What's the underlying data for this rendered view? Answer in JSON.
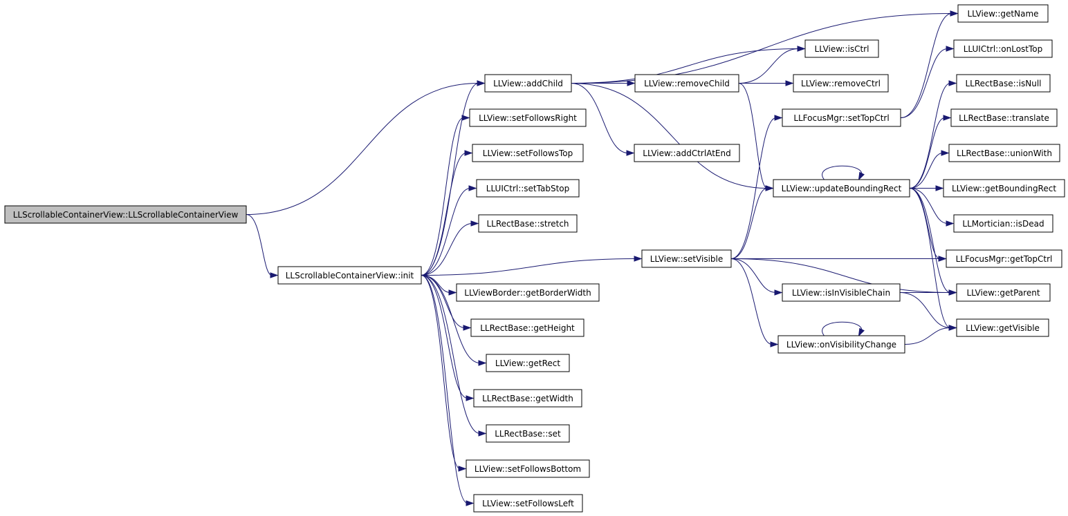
{
  "graph": {
    "colors": {
      "edge": "#191970",
      "root_fill": "#bfbfbf",
      "node_fill": "#ffffff",
      "node_stroke": "#000000"
    },
    "nodes": [
      {
        "id": "root",
        "label": "LLScrollableContainerView::LLScrollableContainerView"
      },
      {
        "id": "init",
        "label": "LLScrollableContainerView::init"
      },
      {
        "id": "addChild",
        "label": "LLView::addChild"
      },
      {
        "id": "setFollowsRight",
        "label": "LLView::setFollowsRight"
      },
      {
        "id": "setFollowsTop",
        "label": "LLView::setFollowsTop"
      },
      {
        "id": "setTabStop",
        "label": "LLUICtrl::setTabStop"
      },
      {
        "id": "stretch",
        "label": "LLRectBase::stretch"
      },
      {
        "id": "getBorderWidth",
        "label": "LLViewBorder::getBorderWidth"
      },
      {
        "id": "getHeight",
        "label": "LLRectBase::getHeight"
      },
      {
        "id": "getRect",
        "label": "LLView::getRect"
      },
      {
        "id": "getWidth",
        "label": "LLRectBase::getWidth"
      },
      {
        "id": "set",
        "label": "LLRectBase::set"
      },
      {
        "id": "setFollowsBottom",
        "label": "LLView::setFollowsBottom"
      },
      {
        "id": "setFollowsLeft",
        "label": "LLView::setFollowsLeft"
      },
      {
        "id": "removeChild",
        "label": "LLView::removeChild"
      },
      {
        "id": "addCtrlAtEnd",
        "label": "LLView::addCtrlAtEnd"
      },
      {
        "id": "setVisible",
        "label": "LLView::setVisible"
      },
      {
        "id": "isCtrl",
        "label": "LLView::isCtrl"
      },
      {
        "id": "removeCtrl",
        "label": "LLView::removeCtrl"
      },
      {
        "id": "setTopCtrl",
        "label": "LLFocusMgr::setTopCtrl"
      },
      {
        "id": "updateBoundingRect",
        "label": "LLView::updateBoundingRect"
      },
      {
        "id": "isInVisibleChain",
        "label": "LLView::isInVisibleChain"
      },
      {
        "id": "onVisibilityChange",
        "label": "LLView::onVisibilityChange"
      },
      {
        "id": "getName",
        "label": "LLView::getName"
      },
      {
        "id": "onLostTop",
        "label": "LLUICtrl::onLostTop"
      },
      {
        "id": "isNull",
        "label": "LLRectBase::isNull"
      },
      {
        "id": "translate",
        "label": "LLRectBase::translate"
      },
      {
        "id": "unionWith",
        "label": "LLRectBase::unionWith"
      },
      {
        "id": "getBoundingRect",
        "label": "LLView::getBoundingRect"
      },
      {
        "id": "isDead",
        "label": "LLMortician::isDead"
      },
      {
        "id": "getTopCtrl",
        "label": "LLFocusMgr::getTopCtrl"
      },
      {
        "id": "getParent",
        "label": "LLView::getParent"
      },
      {
        "id": "getVisible",
        "label": "LLView::getVisible"
      }
    ],
    "edges": [
      [
        "root",
        "addChild"
      ],
      [
        "root",
        "init"
      ],
      [
        "init",
        "addChild"
      ],
      [
        "init",
        "setFollowsRight"
      ],
      [
        "init",
        "setFollowsTop"
      ],
      [
        "init",
        "setTabStop"
      ],
      [
        "init",
        "stretch"
      ],
      [
        "init",
        "setVisible"
      ],
      [
        "init",
        "getBorderWidth"
      ],
      [
        "init",
        "getHeight"
      ],
      [
        "init",
        "getRect"
      ],
      [
        "init",
        "getWidth"
      ],
      [
        "init",
        "set"
      ],
      [
        "init",
        "setFollowsBottom"
      ],
      [
        "init",
        "setFollowsLeft"
      ],
      [
        "addChild",
        "getName"
      ],
      [
        "addChild",
        "isCtrl"
      ],
      [
        "addChild",
        "removeChild"
      ],
      [
        "addChild",
        "addCtrlAtEnd"
      ],
      [
        "addChild",
        "updateBoundingRect"
      ],
      [
        "removeChild",
        "isCtrl"
      ],
      [
        "removeChild",
        "removeCtrl"
      ],
      [
        "removeChild",
        "updateBoundingRect"
      ],
      [
        "setTopCtrl",
        "getName"
      ],
      [
        "setTopCtrl",
        "onLostTop"
      ],
      [
        "setVisible",
        "setTopCtrl"
      ],
      [
        "setVisible",
        "updateBoundingRect"
      ],
      [
        "setVisible",
        "getTopCtrl"
      ],
      [
        "setVisible",
        "getParent"
      ],
      [
        "setVisible",
        "isInVisibleChain"
      ],
      [
        "setVisible",
        "onVisibilityChange"
      ],
      [
        "updateBoundingRect",
        "updateBoundingRect"
      ],
      [
        "updateBoundingRect",
        "isNull"
      ],
      [
        "updateBoundingRect",
        "translate"
      ],
      [
        "updateBoundingRect",
        "unionWith"
      ],
      [
        "updateBoundingRect",
        "getBoundingRect"
      ],
      [
        "updateBoundingRect",
        "isDead"
      ],
      [
        "updateBoundingRect",
        "getTopCtrl"
      ],
      [
        "updateBoundingRect",
        "getParent"
      ],
      [
        "updateBoundingRect",
        "getVisible"
      ],
      [
        "isInVisibleChain",
        "getParent"
      ],
      [
        "isInVisibleChain",
        "getVisible"
      ],
      [
        "onVisibilityChange",
        "onVisibilityChange"
      ],
      [
        "onVisibilityChange",
        "getVisible"
      ]
    ]
  }
}
